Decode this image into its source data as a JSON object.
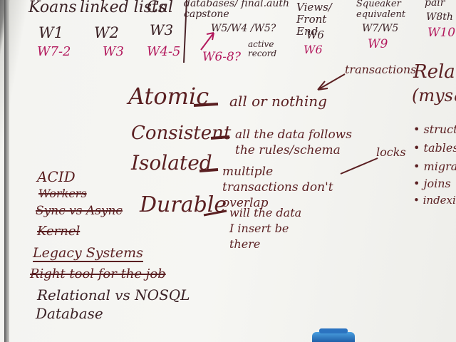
{
  "schedule": [
    {
      "topic": "Koans",
      "weeks": "W1",
      "actual": "W7-2"
    },
    {
      "topic": "linked lists",
      "weeks": "W2",
      "actual": "W3"
    },
    {
      "topic": "Cal",
      "weeks": "W3",
      "actual": "W4-5"
    },
    {
      "topic": "databases/ final.auth capstone",
      "weeks": "W5/W4 /W5?",
      "actual": "W6-8?",
      "note": "active record"
    },
    {
      "topic": "Views/ Front End",
      "weeks": "W6",
      "actual": "W6"
    },
    {
      "topic": "Squeaker equivalent",
      "weeks": "W7/W5",
      "actual": "W9"
    },
    {
      "topic": "pair",
      "weeks": "W8th",
      "actual": "W10"
    }
  ],
  "acid": [
    {
      "term": "Atomic",
      "desc": "all or nothing"
    },
    {
      "term": "Consistent",
      "desc": "all the data follows the rules/schema"
    },
    {
      "term": "Isolated",
      "desc": "multiple transactions don't overlap"
    },
    {
      "term": "Durable",
      "desc": "will the data I insert be there"
    }
  ],
  "annotations": {
    "transactions": "transactions",
    "locks": "locks"
  },
  "relational": {
    "title": "Relat",
    "subtitle": "(mysq",
    "bullets": [
      "struct",
      "tables",
      "migrat",
      "joins",
      "indexing"
    ]
  },
  "left_list": {
    "heading": "ACID",
    "crossed": [
      "Workers",
      "Sync vs Async",
      "Kernel"
    ],
    "legacy": "Legacy Systems",
    "crossed2": "Right tool for the job",
    "relational_vs": "Relational vs NOSQL",
    "database": "Database"
  },
  "colors": {
    "ink_dark": "#3b2226",
    "ink_magenta": "#b3195d",
    "ink_brown": "#5a1f21",
    "board": "#f4f4f1"
  }
}
